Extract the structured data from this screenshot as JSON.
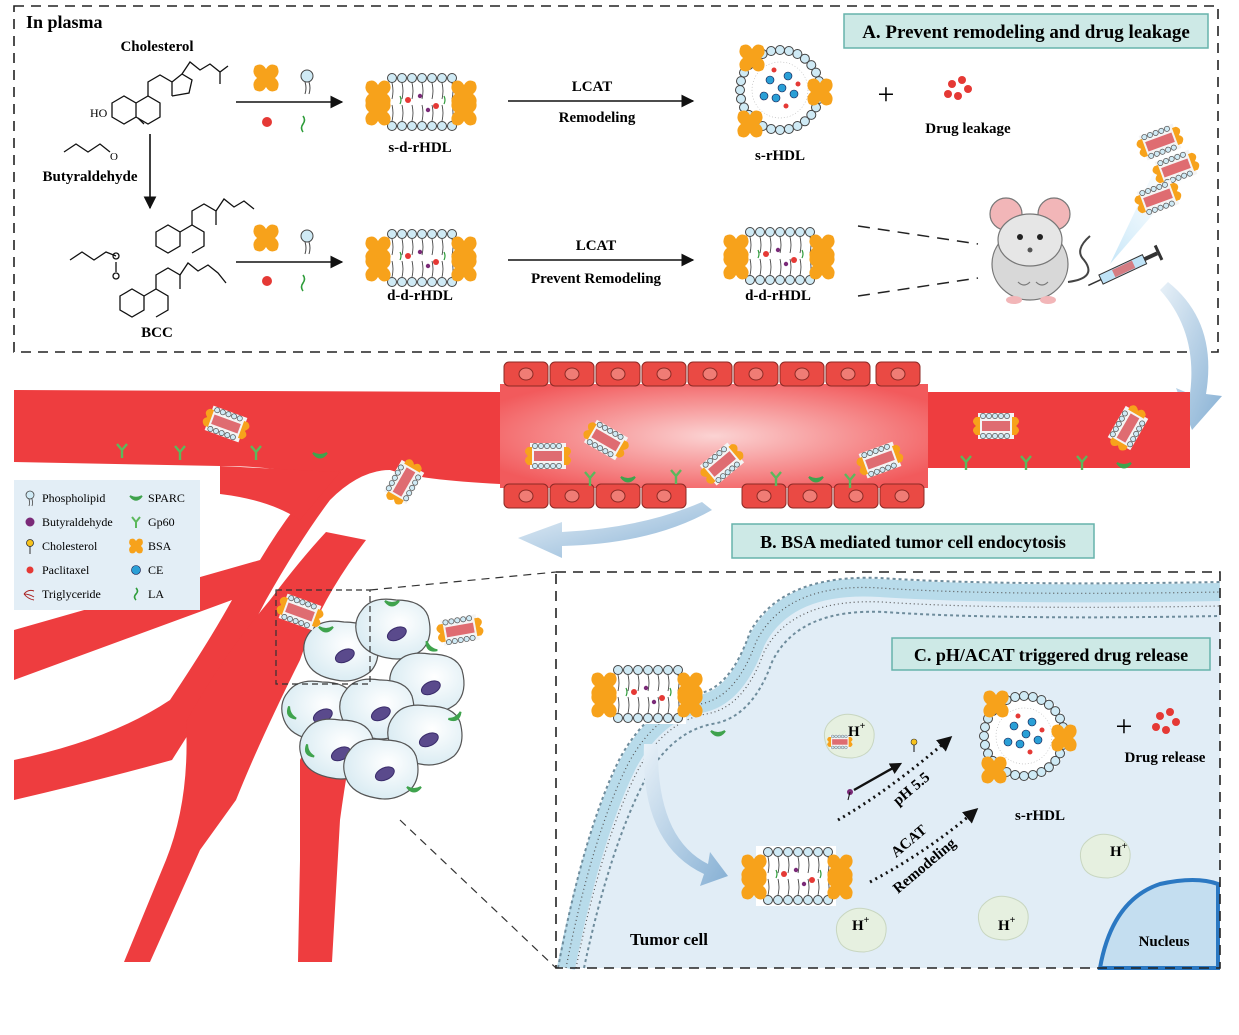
{
  "panel_a": {
    "context": "In plasma",
    "title": "A. Prevent remodeling and drug leakage",
    "cholesterol_label": "Cholesterol",
    "ho_label": "HO",
    "aldehyde_label": "Butyraldehyde",
    "bcc_label": "BCC",
    "row1": {
      "product": "s-d-rHDL",
      "enzyme": "LCAT",
      "process": "Remodeling",
      "result": "s-rHDL",
      "plus": "+",
      "leakage": "Drug leakage"
    },
    "row2": {
      "product": "d-d-rHDL",
      "enzyme": "LCAT",
      "process": "Prevent Remodeling",
      "result": "d-d-rHDL"
    }
  },
  "panel_b": {
    "title": "B.  BSA mediated tumor cell endocytosis"
  },
  "panel_c": {
    "title": "C. pH/ACAT triggered drug release",
    "ph_label": "pH 5.5",
    "acat_label": "ACAT",
    "remodeling_label": "Remodeling",
    "product": "s-rHDL",
    "plus": "+",
    "release": "Drug release",
    "tumor_cell": "Tumor cell",
    "nucleus": "Nucleus",
    "proton": "H",
    "proton_sup": "+"
  },
  "legend": [
    {
      "label": "Phospholipid",
      "icon": "phospholipid-icon"
    },
    {
      "label": "SPARC",
      "icon": "sparc-icon"
    },
    {
      "label": "Butyraldehyde",
      "icon": "butyraldehyde-icon"
    },
    {
      "label": "Gp60",
      "icon": "gp60-icon"
    },
    {
      "label": "Cholesterol",
      "icon": "cholesterol-icon"
    },
    {
      "label": "BSA",
      "icon": "bsa-icon"
    },
    {
      "label": "Paclitaxel",
      "icon": "paclitaxel-icon"
    },
    {
      "label": "CE",
      "icon": "ce-icon"
    },
    {
      "label": "Triglyceride",
      "icon": "triglyceride-icon"
    },
    {
      "label": "LA",
      "icon": "la-icon"
    }
  ],
  "colors": {
    "bsa": "#f7a21b",
    "vessel": "#ee3d3f",
    "vessel_light": "#f9c2c2",
    "endothelial": "#e64a43",
    "paclitaxel": "#e53935",
    "ce": "#2a9fd6",
    "sparc": "#4caf50",
    "title_box": "#cde9e6",
    "title_border": "#67b3ab",
    "cell_fill": "#dcecf3",
    "nucleus": "#2b78c2",
    "arrow_blue": "#8fb7d8"
  }
}
